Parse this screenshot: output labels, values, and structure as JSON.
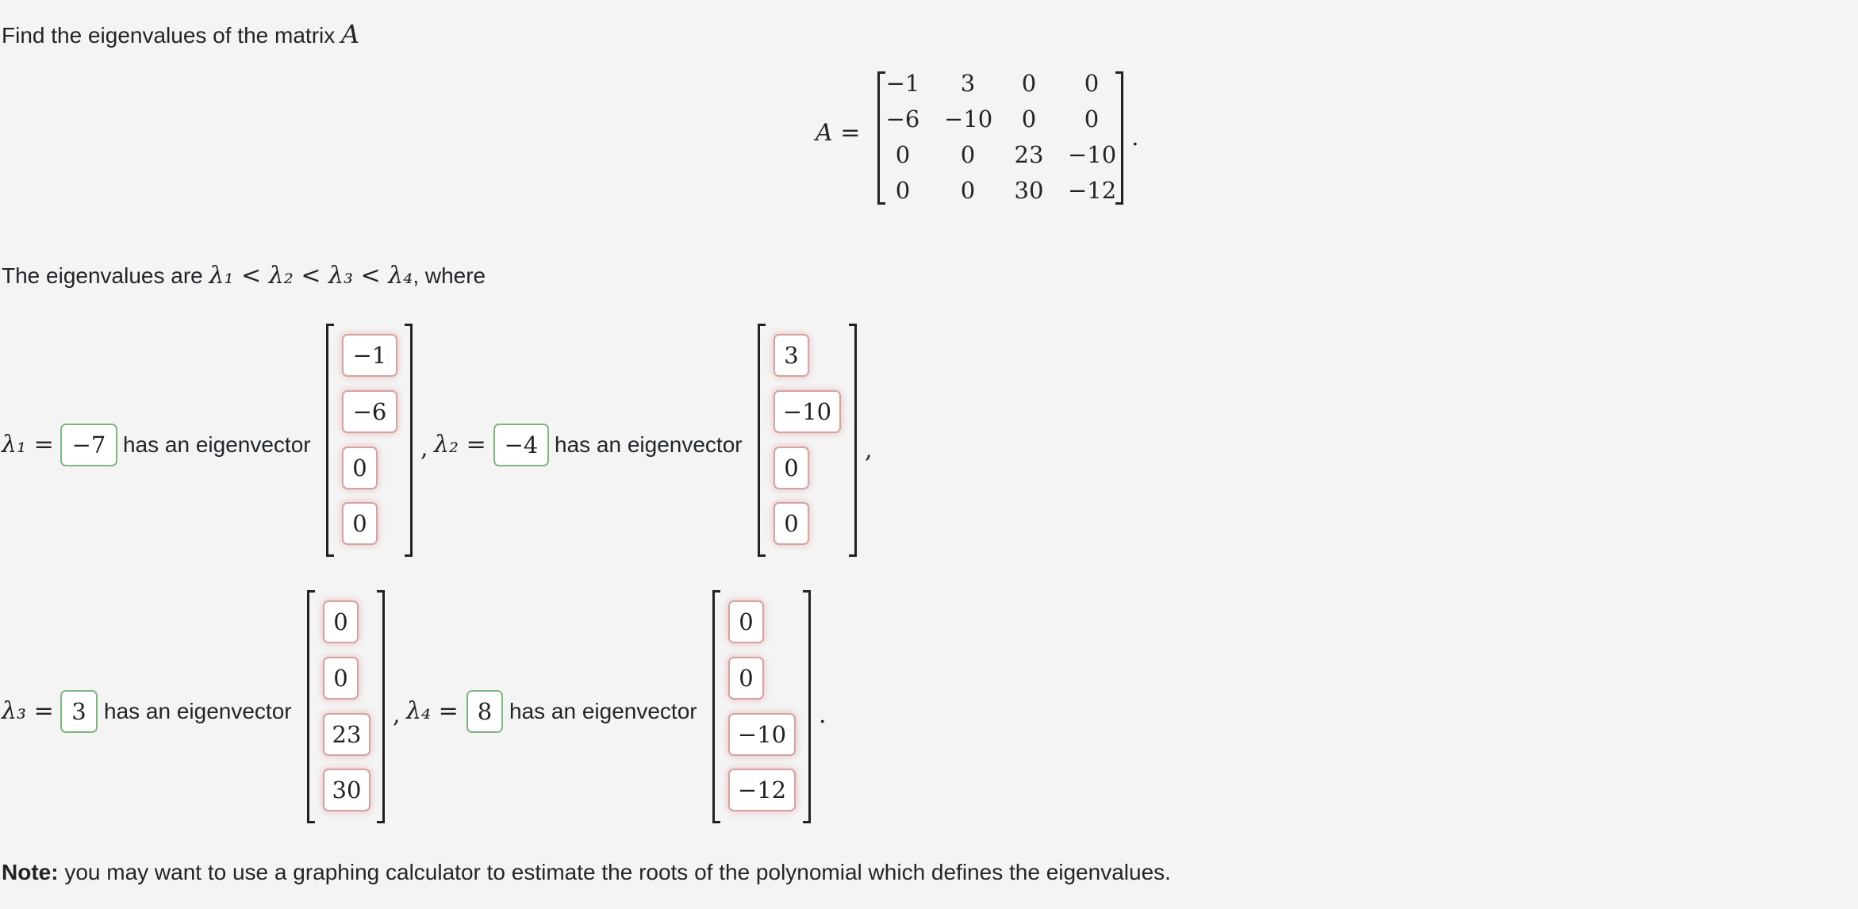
{
  "question": {
    "intro": "Find the eigenvalues of the matrix",
    "matrix_symbol": "A",
    "matrix_label": "A =",
    "matrix_end": ".",
    "matrix": [
      [
        "−1",
        "3",
        "0",
        "0"
      ],
      [
        "−6",
        "−10",
        "0",
        "0"
      ],
      [
        "0",
        "0",
        "23",
        "−10"
      ],
      [
        "0",
        "0",
        "30",
        "−12"
      ]
    ]
  },
  "eigen_statement": {
    "prefix": "The eigenvalues are",
    "math": "λ₁ < λ₂ < λ₃ < λ₄",
    "suffix": ", where"
  },
  "eigenpairs": [
    {
      "label": "λ₁ =",
      "value": "−7",
      "text": "has an eigenvector",
      "vector": [
        "−1",
        "−6",
        "0",
        "0"
      ],
      "sep": ",",
      "status": "correct",
      "vector_status": "incorrect"
    },
    {
      "label": "λ₂ =",
      "value": "−4",
      "text": "has an eigenvector",
      "vector": [
        "3",
        "−10",
        "0",
        "0"
      ],
      "sep": ",",
      "status": "correct",
      "vector_status": "incorrect"
    },
    {
      "label": "λ₃ =",
      "value": "3",
      "text": "has an eigenvector",
      "vector": [
        "0",
        "0",
        "23",
        "30"
      ],
      "sep": ",",
      "status": "correct",
      "vector_status": "incorrect"
    },
    {
      "label": "λ₄ =",
      "value": "8",
      "text": "has an eigenvector",
      "vector": [
        "0",
        "0",
        "−10",
        "−12"
      ],
      "sep": ".",
      "status": "correct",
      "vector_status": "incorrect"
    }
  ],
  "note": {
    "bold": "Note:",
    "text": "you may want to use a graphing calculator to estimate the roots of the polynomial which defines the eigenvalues."
  },
  "colors": {
    "background": "#f4f4f4",
    "correct_border": "#7fb67f",
    "incorrect_border": "#d5a2a2",
    "text": "#212529"
  }
}
